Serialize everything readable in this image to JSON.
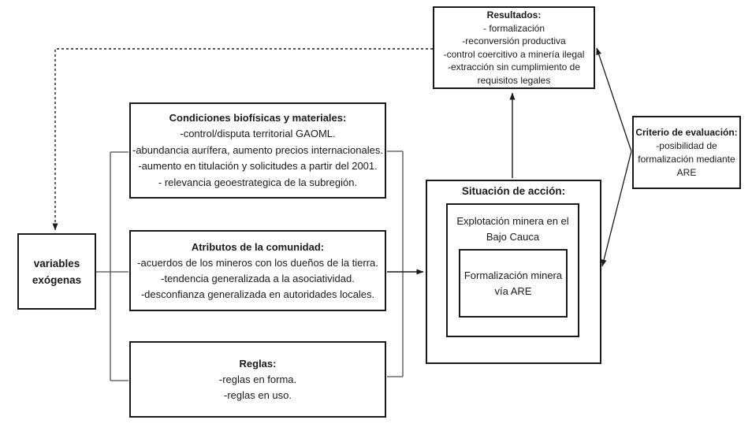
{
  "diagram": {
    "boxes": {
      "resultados": {
        "title": "Resultados:",
        "items": [
          "- formalización",
          "-reconversión productiva",
          "-control coercitivo a minería ilegal",
          "-extracción sin cumplimiento de requisitos legales"
        ]
      },
      "criterio": {
        "title": "Criterio de evaluación:",
        "items": [
          "-posibilidad de formalización mediante ARE"
        ]
      },
      "condiciones": {
        "title": "Condiciones biofísicas y materiales:",
        "items": [
          "-control/disputa territorial GAOML.",
          "-abundancia aurífera, aumento precios internacionales.",
          "-aumento en titulación y solicitudes a partir del 2001.",
          "- relevancia geoestrategica de la subregión."
        ]
      },
      "atributos": {
        "title": "Atributos de la comunidad:",
        "items": [
          "-acuerdos de los mineros con los dueños de la tierra.",
          "-tendencia generalizada a la asociatividad.",
          "-desconfianza generalizada en autoridades locales."
        ]
      },
      "reglas": {
        "title": "Reglas:",
        "items": [
          "-reglas en forma.",
          "-reglas en uso."
        ]
      },
      "variables": {
        "title": "variables exógenas"
      },
      "situacion": {
        "title": "Situación de acción:"
      },
      "explotacion": {
        "label": "Explotación minera en el Bajo Cauca"
      },
      "formalizacion": {
        "label": "Formalización minera vía ARE"
      }
    },
    "colors": {
      "box_border": "#1a1a1a",
      "arrow": "#1a1a1a",
      "bracket": "#4d4d4d",
      "background": "#ffffff",
      "text": "#1a1a1a"
    }
  }
}
